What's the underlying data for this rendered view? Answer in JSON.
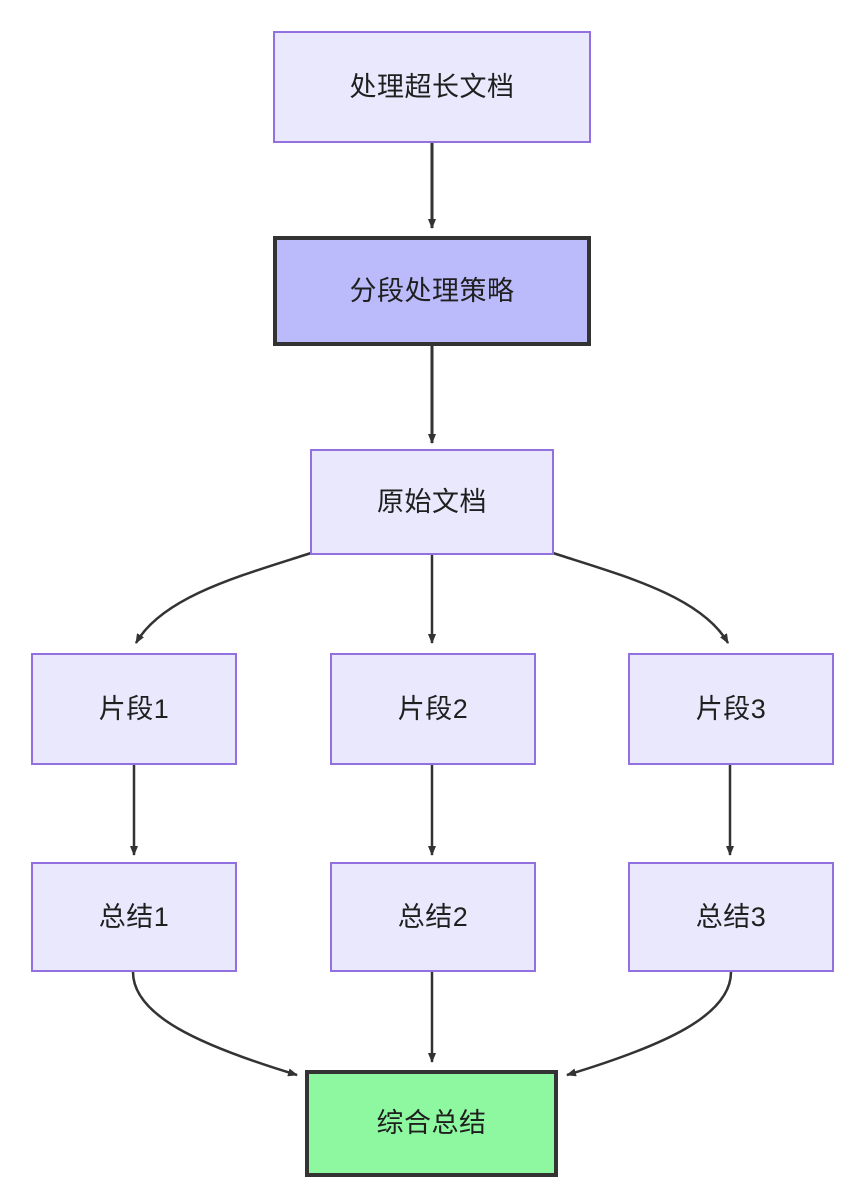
{
  "diagram": {
    "type": "flowchart",
    "direction": "top-down",
    "background": "#ffffff",
    "edge_color": "#333333",
    "styles": {
      "default_fill": "#eae8fd",
      "default_stroke": "#9370e0",
      "strategy_fill": "#bbbbfc",
      "strategy_stroke": "#333333",
      "final_fill": "#8ef8a0",
      "final_stroke": "#333333"
    },
    "nodes": [
      {
        "id": "doc_long",
        "label": "处理超长文档",
        "style": "default"
      },
      {
        "id": "strategy",
        "label": "分段处理策略",
        "style": "strategy"
      },
      {
        "id": "doc_source",
        "label": "原始文档",
        "style": "default"
      },
      {
        "id": "chunk1",
        "label": "片段1",
        "style": "default"
      },
      {
        "id": "chunk2",
        "label": "片段2",
        "style": "default"
      },
      {
        "id": "chunk3",
        "label": "片段3",
        "style": "default"
      },
      {
        "id": "summary1",
        "label": "总结1",
        "style": "default"
      },
      {
        "id": "summary2",
        "label": "总结2",
        "style": "default"
      },
      {
        "id": "summary3",
        "label": "总结3",
        "style": "default"
      },
      {
        "id": "final",
        "label": "综合总结",
        "style": "final"
      }
    ],
    "edges": [
      {
        "from": "doc_long",
        "to": "strategy",
        "shape": "straight"
      },
      {
        "from": "strategy",
        "to": "doc_source",
        "shape": "straight"
      },
      {
        "from": "doc_source",
        "to": "chunk1",
        "shape": "curved-left"
      },
      {
        "from": "doc_source",
        "to": "chunk2",
        "shape": "straight"
      },
      {
        "from": "doc_source",
        "to": "chunk3",
        "shape": "curved-right"
      },
      {
        "from": "chunk1",
        "to": "summary1",
        "shape": "straight"
      },
      {
        "from": "chunk2",
        "to": "summary2",
        "shape": "straight"
      },
      {
        "from": "chunk3",
        "to": "summary3",
        "shape": "straight"
      },
      {
        "from": "summary1",
        "to": "final",
        "shape": "curved-right"
      },
      {
        "from": "summary2",
        "to": "final",
        "shape": "straight"
      },
      {
        "from": "summary3",
        "to": "final",
        "shape": "curved-left"
      }
    ]
  }
}
